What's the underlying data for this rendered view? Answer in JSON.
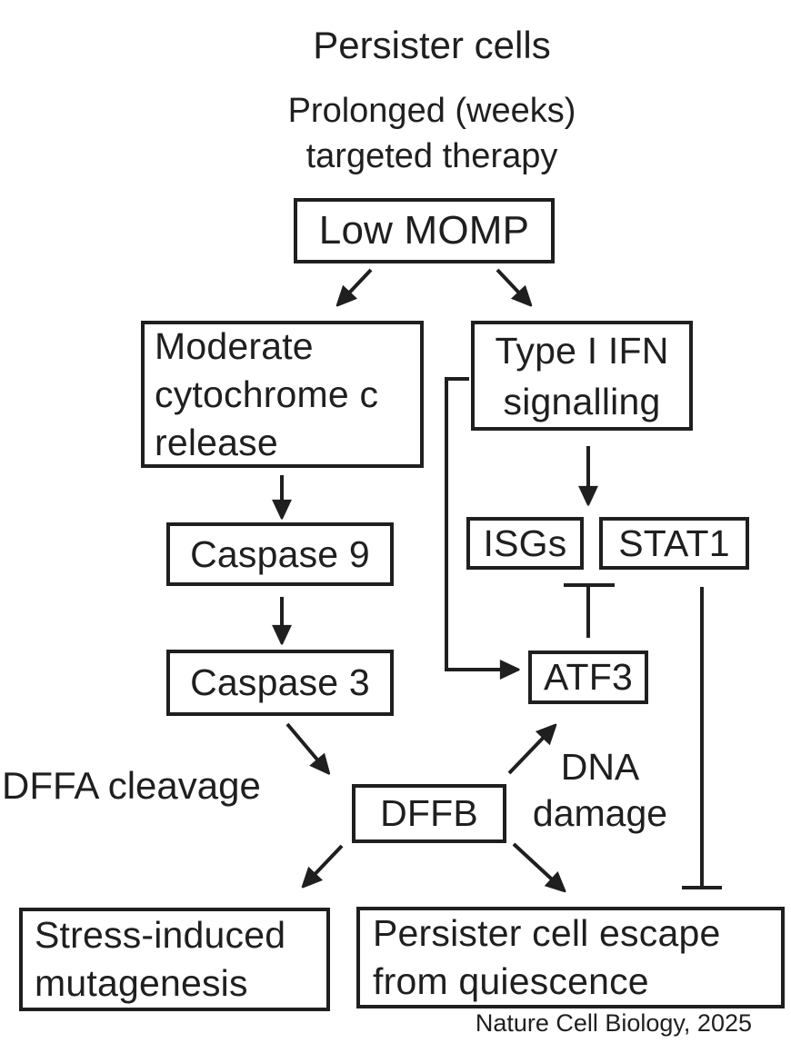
{
  "title": "Persister cells",
  "subtitle": "Prolonged (weeks)\ntargeted therapy",
  "nodes": {
    "low_momp": {
      "label": "Low MOMP"
    },
    "moderate_cyt_c": {
      "label": "Moderate\ncytochrome c\nrelease"
    },
    "type1_ifn": {
      "label": "Type I IFN\nsignalling"
    },
    "caspase9": {
      "label": "Caspase 9"
    },
    "caspase3": {
      "label": "Caspase 3"
    },
    "isgs": {
      "label": "ISGs"
    },
    "stat1": {
      "label": "STAT1"
    },
    "atf3": {
      "label": "ATF3"
    },
    "dffb": {
      "label": "DFFB"
    },
    "stress_mutagenesis": {
      "label": "Stress-induced\nmutagenesis"
    },
    "persister_escape": {
      "label": "Persister cell escape\nfrom quiescence"
    }
  },
  "annotations": {
    "dffa_cleavage": "DFFA cleavage",
    "dna_damage": "DNA\ndamage",
    "citation": "Nature Cell Biology, 2025"
  },
  "edges": [
    {
      "from": "Low MOMP",
      "to": "Moderate cytochrome c release",
      "type": "activation"
    },
    {
      "from": "Low MOMP",
      "to": "Type I IFN signalling",
      "type": "activation"
    },
    {
      "from": "Moderate cytochrome c release",
      "to": "Caspase 9",
      "type": "activation"
    },
    {
      "from": "Caspase 9",
      "to": "Caspase 3",
      "type": "activation"
    },
    {
      "from": "Caspase 3",
      "to": "DFFB",
      "type": "activation",
      "label": "DFFA cleavage"
    },
    {
      "from": "Type I IFN signalling",
      "to": "ISGs / STAT1",
      "type": "activation"
    },
    {
      "from": "Type I IFN signalling",
      "to": "ATF3",
      "type": "activation"
    },
    {
      "from": "ATF3",
      "to": "ISGs",
      "type": "inhibition"
    },
    {
      "from": "DFFB",
      "to": "ATF3",
      "type": "activation",
      "label": "DNA damage"
    },
    {
      "from": "DFFB",
      "to": "Stress-induced mutagenesis",
      "type": "activation"
    },
    {
      "from": "DFFB",
      "to": "Persister cell escape from quiescence",
      "type": "activation"
    },
    {
      "from": "STAT1",
      "to": "Persister cell escape from quiescence",
      "type": "inhibition"
    }
  ],
  "colors": {
    "ink": "#1f1f1f",
    "background": "#ffffff"
  }
}
